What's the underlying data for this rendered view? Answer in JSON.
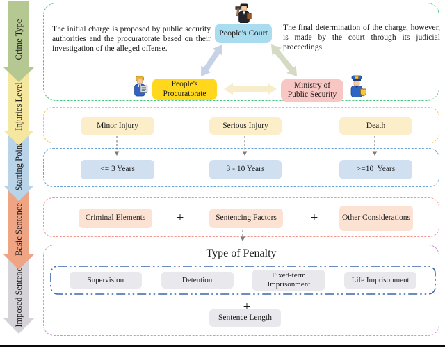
{
  "stages": [
    {
      "label": "Crime Type"
    },
    {
      "label": "Injuries Level"
    },
    {
      "label": "Starting Point"
    },
    {
      "label": "Basic Sentence"
    },
    {
      "label": "Imposed Sentence"
    }
  ],
  "crime_type": {
    "left_note": "The initial charge is proposed by public security authorities and the procuratorate based on their investigation of the alleged offense.",
    "right_note": "The final determination of the charge, however, is made by the court through its judicial proceedings.",
    "court_label": "People's Court",
    "procuratorate_label": "People's Procuratorate",
    "ministry_label": "Ministry of Public Security"
  },
  "injuries_level": {
    "items": [
      {
        "label": "Minor Injury"
      },
      {
        "label": "Serious Injury"
      },
      {
        "label": "Death"
      }
    ]
  },
  "starting_point": {
    "items": [
      {
        "label": "<= 3 Years"
      },
      {
        "label": "3 - 10 Years"
      },
      {
        "label": ">=10  Years"
      }
    ]
  },
  "basic_sentence": {
    "plus": "+",
    "items": [
      {
        "label": "Criminal Elements"
      },
      {
        "label": "Sentencing Factors"
      },
      {
        "label": "Other Considerations"
      }
    ]
  },
  "imposed_sentence": {
    "title": "Type of Penalty",
    "plus": "+",
    "sentence_length_label": "Sentence Length",
    "penalties": [
      {
        "label": "Supervision"
      },
      {
        "label": "Detention"
      },
      {
        "label": "Fixed-term Imprisonment"
      },
      {
        "label": "Life Imprisonment"
      }
    ]
  },
  "colors": {
    "stage_crime_type": "#b6c892",
    "stage_injuries_level": "#f5e6a0",
    "stage_starting_point": "#b9d3e9",
    "stage_basic_sentence": "#efa483",
    "stage_imposed_sentence": "#d5d2d8",
    "section_crime_border": "#46c57f",
    "section_injury_border": "#eec94f",
    "section_start_border": "#6aa3d8",
    "section_basic_border": "#f2958b",
    "section_imposed_border": "#c894d4",
    "penalty_inner_border": "#3c67ad",
    "court_node": "#aadcf0",
    "procuratorate_node": "#ffd71c",
    "ministry_node": "#f9c7c3",
    "injury_node": "#fbeec9",
    "years_node": "#d0e0f1",
    "basic_node": "#fce2d2",
    "penalty_node": "#e9e8ec",
    "arrow_court_procuratorate": "#c7d2e7",
    "arrow_court_ministry": "#d5dac3",
    "arrow_procuratorate_ministry": "#f7edca"
  }
}
